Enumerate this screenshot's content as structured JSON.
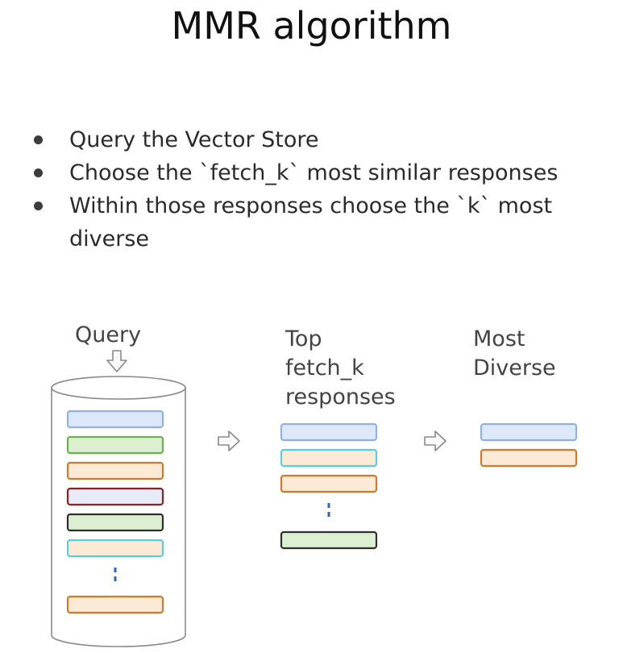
{
  "title": "MMR algorithm",
  "bullets": [
    "Query the Vector Store",
    "Choose the `fetch_k` most similar responses",
    "Within those responses choose the `k` most diverse"
  ],
  "diagram": {
    "query_label": "Query",
    "top_label_lines": [
      "Top",
      "fetch_k",
      "responses"
    ],
    "diverse_label_lines": [
      "Most",
      "Diverse"
    ],
    "colors": {
      "blue_fill": "#dde8fb",
      "blue_border": "#8fb1e6",
      "green_fill": "#dcefd0",
      "green_border": "#6ab04c",
      "orange_fill": "#fce9d6",
      "orange_border": "#d07a2c",
      "red_fill": "#e8ecf9",
      "red_border": "#9b1c1c",
      "darkgreen_fill": "#dcefd0",
      "darkgreen_border": "#2f2f2f",
      "cyan_fill": "#fce9d6",
      "cyan_border": "#55d0e0",
      "dash": "#2f5fd0"
    },
    "store_items": [
      {
        "fill": "blue_fill",
        "border": "blue_border"
      },
      {
        "fill": "green_fill",
        "border": "green_border"
      },
      {
        "fill": "orange_fill",
        "border": "orange_border"
      },
      {
        "fill": "red_fill",
        "border": "red_border"
      },
      {
        "fill": "darkgreen_fill",
        "border": "darkgreen_border"
      },
      {
        "fill": "cyan_fill",
        "border": "cyan_border"
      },
      {
        "ellipsis": true
      },
      {
        "fill": "orange_fill",
        "border": "orange_border"
      }
    ],
    "top_items": [
      {
        "fill": "blue_fill",
        "border": "blue_border"
      },
      {
        "fill": "cyan_fill",
        "border": "cyan_border"
      },
      {
        "fill": "orange_fill",
        "border": "orange_border"
      },
      {
        "ellipsis": true
      },
      {
        "fill": "darkgreen_fill",
        "border": "darkgreen_border"
      }
    ],
    "diverse_items": [
      {
        "fill": "blue_fill",
        "border": "blue_border"
      },
      {
        "fill": "orange_fill",
        "border": "orange_border"
      }
    ]
  }
}
